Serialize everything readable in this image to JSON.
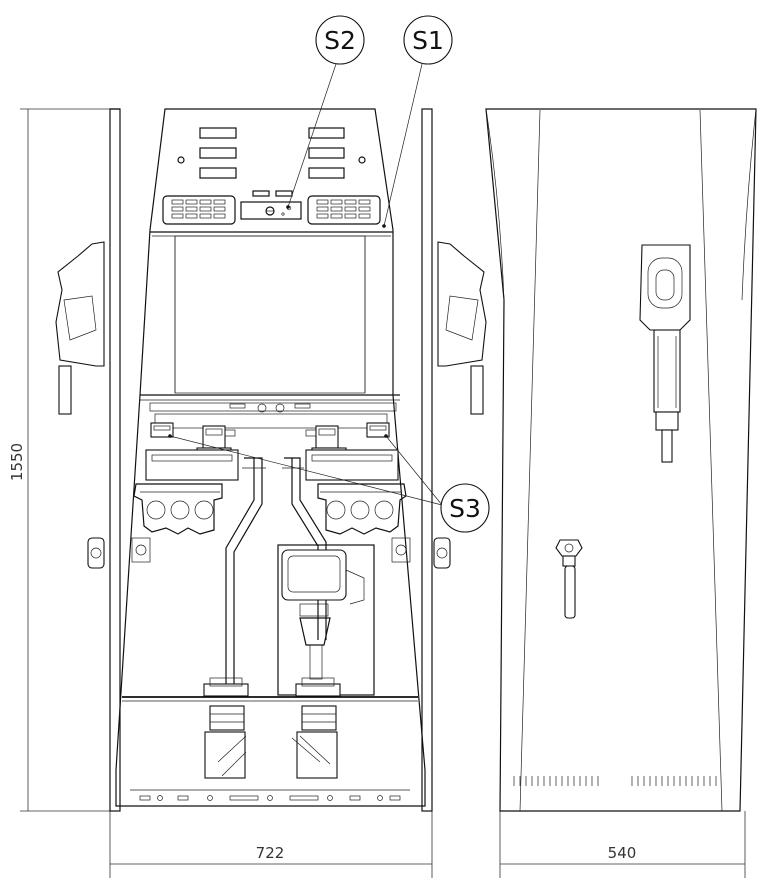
{
  "callouts": {
    "s1": "S1",
    "s2": "S2",
    "s3": "S3"
  },
  "dimensions": {
    "height": "1550",
    "front_width": "722",
    "side_width": "540"
  }
}
